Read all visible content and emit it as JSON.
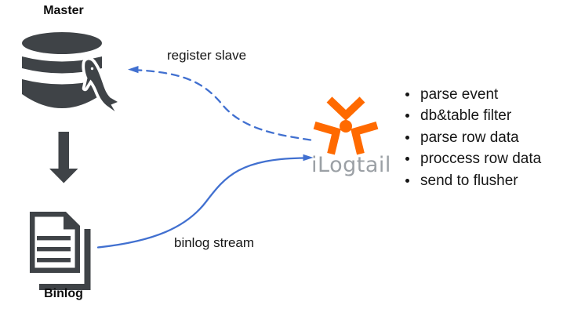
{
  "labels": {
    "master": "Master",
    "binlog": "Binlog",
    "ilogtail": "iLogtail"
  },
  "arrows": {
    "register_slave": "register slave",
    "binlog_stream": "binlog stream"
  },
  "features": {
    "items": [
      "parse event",
      "db&table filter",
      "parse row data",
      "proccess row data",
      "send to flusher"
    ]
  },
  "icons": {
    "master": "mysql-database-icon",
    "flow": "down-arrow-icon",
    "binlog": "binlog-document-icon",
    "agent": "ilogtail-logo-icon"
  },
  "colors": {
    "icon_dark": "#3f4347",
    "arrow_blue": "#4170d0",
    "accent_orange": "#ff6a00",
    "ilogtail_gray": "#9ba0a5",
    "text": "#1b1b1b"
  }
}
